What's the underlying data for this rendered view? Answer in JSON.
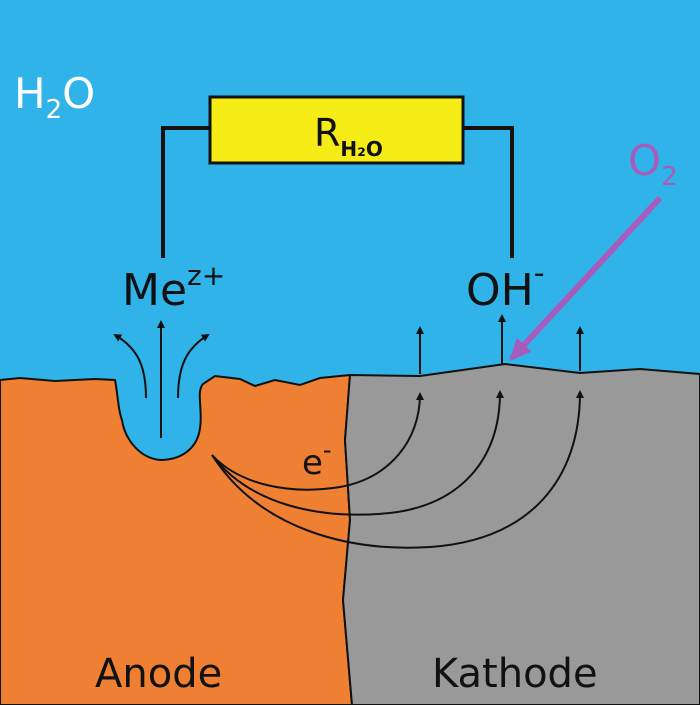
{
  "water_label": {
    "main": "H",
    "sub": "2",
    "tail": "O"
  },
  "resistor_label": {
    "main": "R",
    "sub": "H₂O"
  },
  "metal_ion_label": {
    "main": "Me",
    "sup": "z+"
  },
  "hydroxide_label": {
    "main": "OH",
    "sup": "-"
  },
  "oxygen_label": {
    "main": "O",
    "sub": "2"
  },
  "electron_label": {
    "main": "e",
    "sup": "-"
  },
  "anode_label": "Anode",
  "cathode_label": "Kathode",
  "colors": {
    "water": "#2fb3e8",
    "anode": "#ef8033",
    "cathode": "#9a9999",
    "resistor": "#f5ec16",
    "oxygen_arrow": "#a65bbd",
    "line": "#111111"
  }
}
